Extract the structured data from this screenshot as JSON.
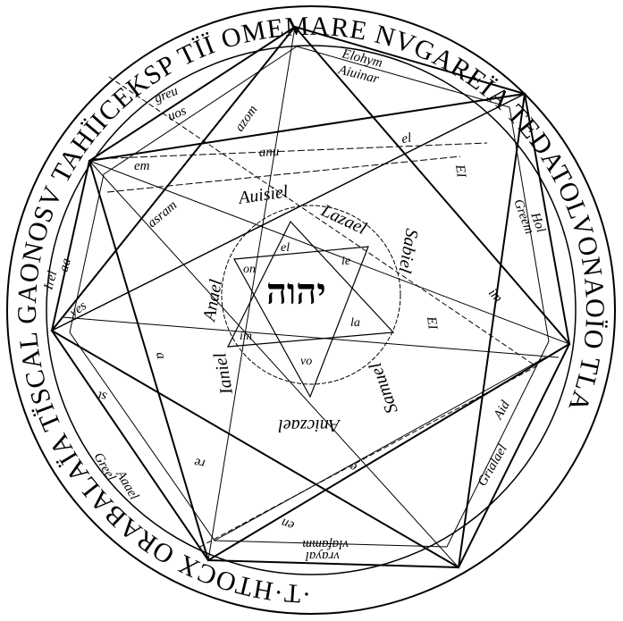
{
  "diagram": {
    "type": "heptagonal-magical-seal",
    "colors": {
      "ink": "#000000",
      "paper": "#ffffff"
    },
    "outer_ring": {
      "text": "·T·HTOCX ORABALAÏA TÏSCAL GAONOSV TAHÏICEKSP TÏÏ OMEMARE NVGAREÏA TEDATOLVONAOÏO TLA"
    },
    "heptagon_bands": [
      {
        "label_a": "Elohym",
        "label_b": "Aiuinar"
      },
      {
        "label_a": "Hol",
        "label_b": "Greem"
      },
      {
        "label_a": "Aid",
        "label_b": "Grialael"
      },
      {
        "label_a": "vrayal",
        "label_b": "vlafamm"
      },
      {
        "label_a": "Aaael",
        "label_b": "Greel"
      },
      {
        "label_a": "Irel",
        "label_b": "aa"
      },
      {
        "label_a": "greu",
        "label_b": "uos"
      }
    ],
    "inner_band_words": [
      "em",
      "anu",
      "el",
      "asram",
      "azom",
      "EI",
      "im",
      "EI",
      "yes",
      "a",
      "st",
      "e",
      "en",
      "re"
    ],
    "angel_names": [
      "Auisiel",
      "Lazael",
      "Sabiel",
      "Samuel",
      "Aniczael",
      "Ianiel",
      "Anael"
    ],
    "hexagram": {
      "center_glyph": "יהוה",
      "points": [
        "el",
        "ie",
        "la",
        "vo",
        "im",
        "on"
      ]
    }
  }
}
